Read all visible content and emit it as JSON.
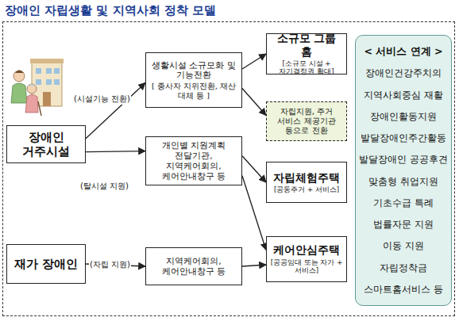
{
  "diagram": {
    "title": "장애인 자립생활 및 지역사회 정착 모델",
    "nodes": [
      {
        "text": [
          "장애인 거주시설"
        ]
      },
      {
        "text": [
          "재가 장애인"
        ]
      },
      {
        "text": [
          "생활시설 소규모화 및 기능전환",
          "[ 종사자 지위전환, 재산 대체 등 ]"
        ]
      },
      {
        "text": [
          "개인별 지원계획 전달기관, 지역케어회의, 케어안내창구 등"
        ]
      },
      {
        "text": [
          "지역케어회의, 케어안내창구 등"
        ]
      },
      {
        "text": [
          "소규모 그룹 홈",
          "[소규모 시설 + 자기결정권 확대]"
        ]
      },
      {
        "text": [
          "자립지원, 주거 서비스 제공기관 등으로 전환"
        ]
      },
      {
        "text": [
          "자립체험주택",
          "[공동주거 + 서비스]"
        ]
      },
      {
        "text": [
          "케어안심주택",
          "[공공임대 또는 자가 + 서비스]"
        ]
      },
      {
        "text": [
          "< 서비스 연계 >",
          "장애인건강주치의",
          "지역사회중심 재활",
          "장애인활동지원",
          "발달장애인주간활동",
          "발달장애인 공공후견",
          "맞춤형 취업지원",
          "기초수급 특례",
          "법률자문 지원",
          "이동 지원",
          "자립정착금",
          "스마트홈서비스 등"
        ]
      }
    ],
    "edges": [
      {
        "from": 0,
        "to": 2,
        "label": "(시설기능 전환)",
        "arrow": "to"
      },
      {
        "from": 0,
        "to": 3,
        "label": "(탈시설 지원)",
        "arrow": "to"
      },
      {
        "from": 1,
        "to": 4,
        "label": "(자립 지원)",
        "arrow": "to"
      },
      {
        "from": 2,
        "to": 5,
        "arrow": "to"
      },
      {
        "from": 2,
        "to": 6,
        "arrow": "to"
      },
      {
        "from": 3,
        "to": 7,
        "arrow": "to"
      },
      {
        "from": 3,
        "to": 8,
        "arrow": "to"
      },
      {
        "from": 4,
        "to": 8,
        "arrow": "to"
      }
    ]
  }
}
